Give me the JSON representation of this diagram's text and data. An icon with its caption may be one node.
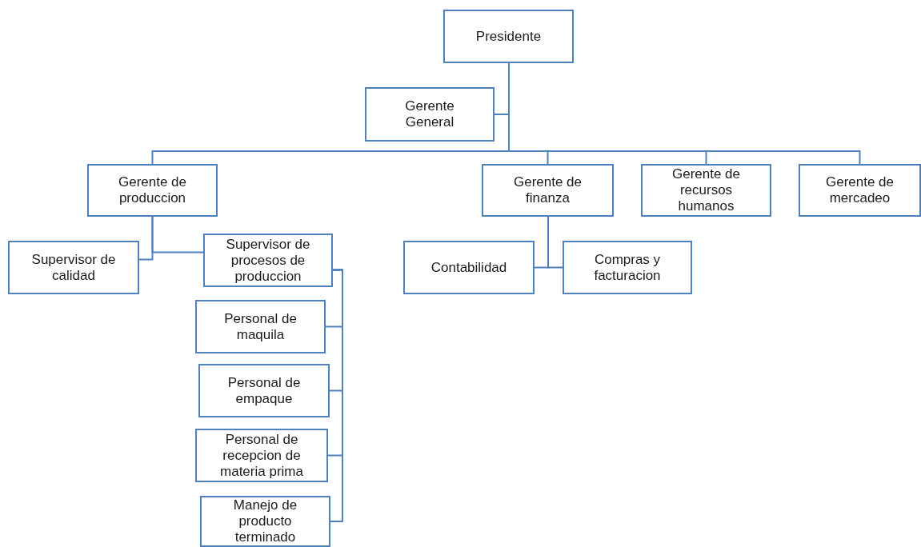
{
  "diagram": {
    "nodes": [
      {
        "text": [
          "Presidente"
        ]
      },
      {
        "text": [
          "Gerente General"
        ]
      },
      {
        "text": [
          "Gerente de produccion"
        ]
      },
      {
        "text": [
          "Gerente de finanza"
        ]
      },
      {
        "text": [
          "Gerente de recursos humanos"
        ]
      },
      {
        "text": [
          "Gerente de mercadeo"
        ]
      },
      {
        "text": [
          "Supervisor de calidad"
        ]
      },
      {
        "text": [
          "Supervisor de procesos de produccion"
        ]
      },
      {
        "text": [
          "Contabilidad"
        ]
      },
      {
        "text": [
          "Compras y facturacion"
        ]
      },
      {
        "text": [
          "Personal de maquila"
        ]
      },
      {
        "text": [
          "Personal de empaque"
        ]
      },
      {
        "text": [
          "Personal de recepcion de materia prima"
        ]
      },
      {
        "text": [
          "Manejo de producto terminado"
        ]
      }
    ],
    "edges": [
      {
        "from": 0,
        "to": 1,
        "arrow": "none"
      },
      {
        "from": 0,
        "to": 2,
        "arrow": "none"
      },
      {
        "from": 0,
        "to": 3,
        "arrow": "none"
      },
      {
        "from": 0,
        "to": 4,
        "arrow": "none"
      },
      {
        "from": 0,
        "to": 5,
        "arrow": "none"
      },
      {
        "from": 2,
        "to": 6,
        "arrow": "none"
      },
      {
        "from": 2,
        "to": 7,
        "arrow": "none"
      },
      {
        "from": 3,
        "to": 8,
        "arrow": "none"
      },
      {
        "from": 3,
        "to": 9,
        "arrow": "none"
      },
      {
        "from": 7,
        "to": 10,
        "arrow": "none"
      },
      {
        "from": 7,
        "to": 11,
        "arrow": "none"
      },
      {
        "from": 7,
        "to": 12,
        "arrow": "none"
      },
      {
        "from": 7,
        "to": 13,
        "arrow": "none"
      }
    ]
  }
}
